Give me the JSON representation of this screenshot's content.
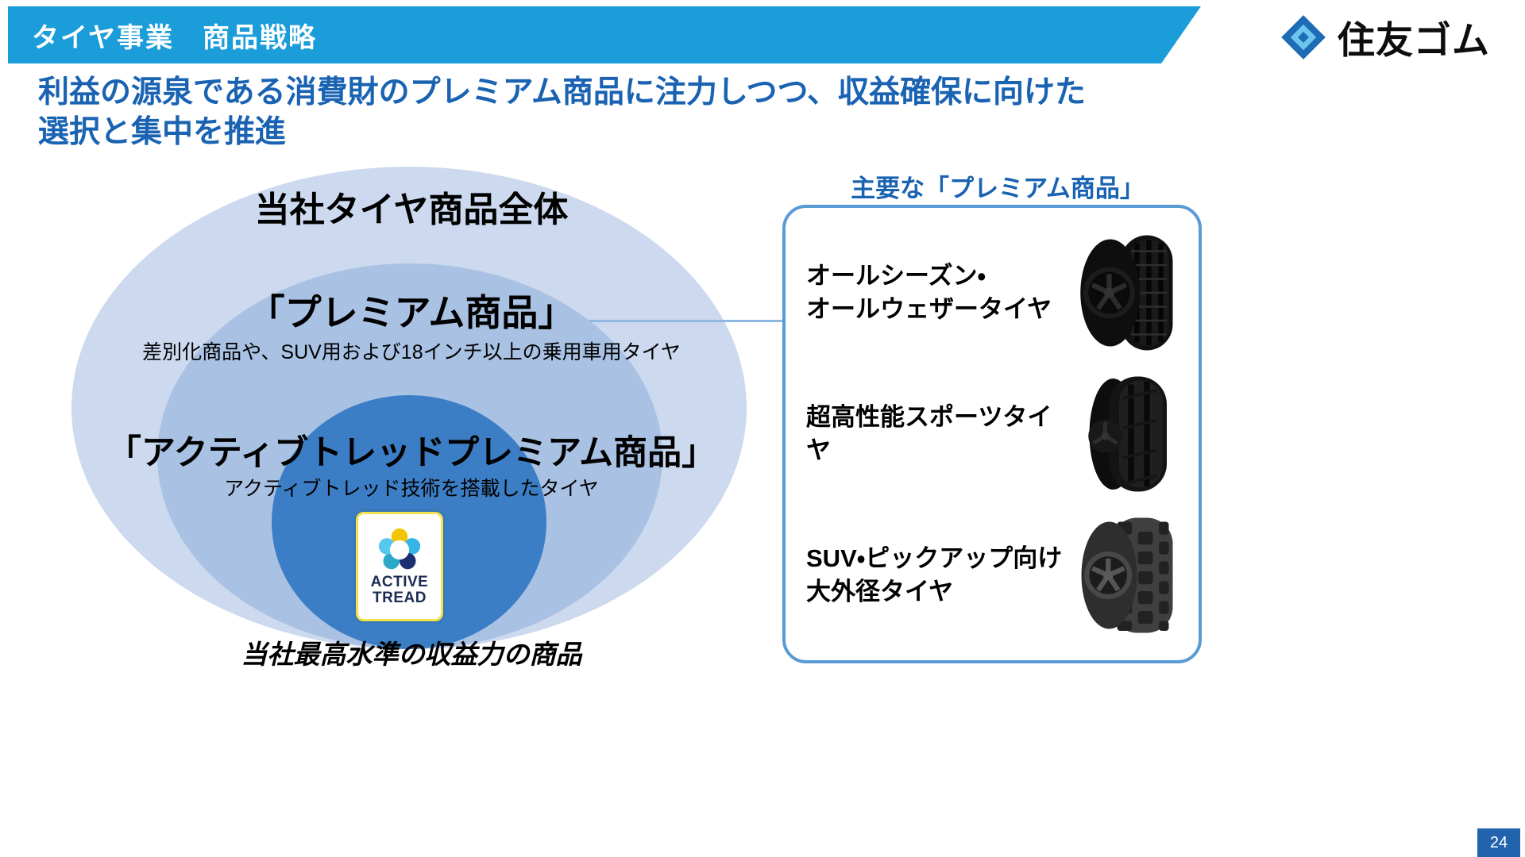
{
  "header": {
    "title": "タイヤ事業　商品戦略",
    "logo_text": "住友ゴム"
  },
  "lead": {
    "line1": "利益の源泉である消費財のプレミアム商品に注力しつつ、収益確保に向けた",
    "line2": "選択と集中を推進"
  },
  "diagram": {
    "outer_label": "当社タイヤ商品全体",
    "middle_label": "「プレミアム商品」",
    "middle_sub": "差別化商品や、SUV用および18インチ以上の乗用車用タイヤ",
    "inner_label": "「アクティブトレッドプレミアム商品」",
    "inner_sub": "アクティブトレッド技術を搭載したタイヤ",
    "badge": {
      "line1": "ACTIVE",
      "line2": "TREAD"
    },
    "caption": "当社最高水準の収益力の商品"
  },
  "panel": {
    "title": "主要な「プレミアム商品」",
    "items": [
      {
        "line1": "オールシーズン・",
        "line2": "オールウェザータイヤ"
      },
      {
        "line1": "超高性能スポーツタイヤ",
        "line2": ""
      },
      {
        "line1": "SUV・ピックアップ向け",
        "line2": "大外径タイヤ"
      }
    ]
  },
  "page_number": "24",
  "colors": {
    "header_bar": "#1b9dd9",
    "heading_text": "#1a63b2",
    "outer_ellipse": "#ccd9ee",
    "middle_ellipse": "#a9c2e4",
    "inner_ellipse": "#3c7ec5",
    "panel_border": "#5b9bd5",
    "page_badge": "#2263ad",
    "logo_blue": "#1d6cb5",
    "connector": "#8fb8e2"
  }
}
